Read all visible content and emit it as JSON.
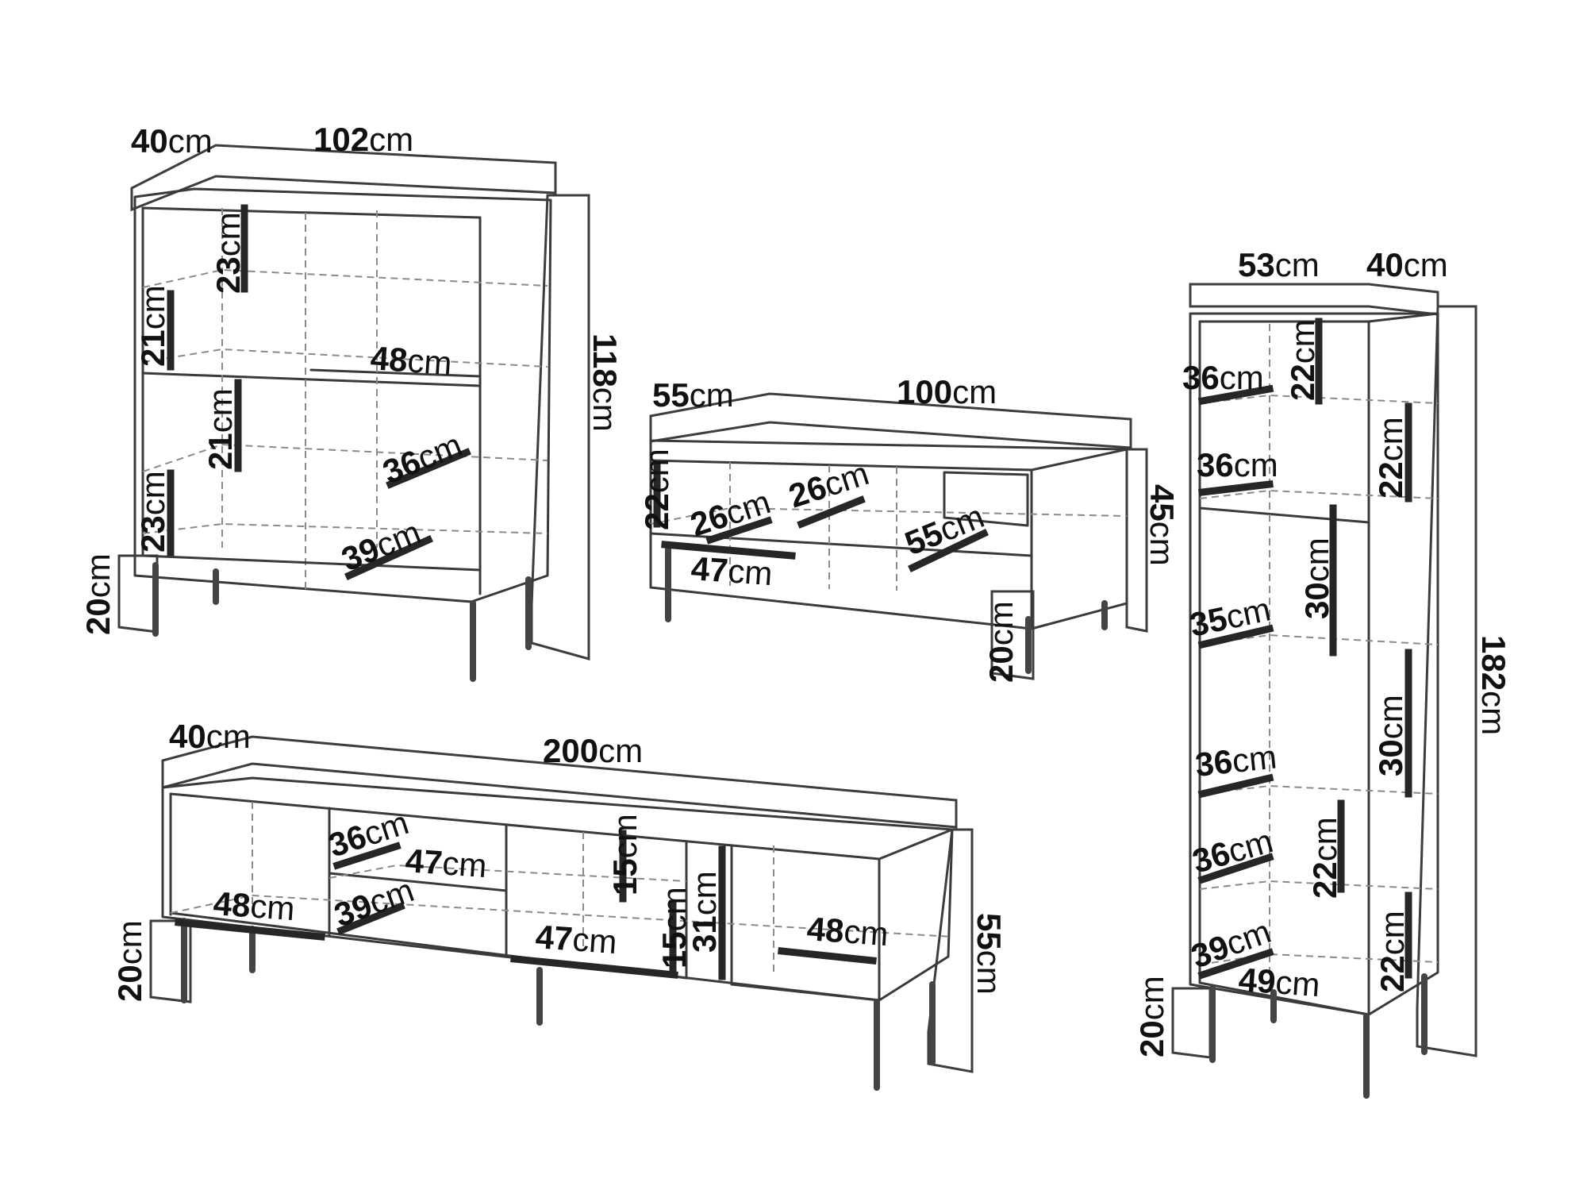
{
  "dimension_labels": {
    "highboard": {
      "depth": {
        "value": "40",
        "unit": "cm"
      },
      "width": {
        "value": "102",
        "unit": "cm"
      },
      "height": {
        "value": "118",
        "unit": "cm"
      },
      "legs": {
        "value": "20",
        "unit": "cm"
      },
      "top_compartment": {
        "value": "23",
        "unit": "cm"
      },
      "upper_shelf": {
        "value": "21",
        "unit": "cm"
      },
      "middle_shelf": {
        "value": "21",
        "unit": "cm"
      },
      "bottom_shelf": {
        "value": "23",
        "unit": "cm"
      },
      "half_width": {
        "value": "48",
        "unit": "cm"
      },
      "inner_depth": {
        "value": "36",
        "unit": "cm"
      },
      "bottom_depth": {
        "value": "39",
        "unit": "cm"
      }
    },
    "coffee_table": {
      "depth": {
        "value": "55",
        "unit": "cm"
      },
      "width": {
        "value": "100",
        "unit": "cm"
      },
      "height": {
        "value": "45",
        "unit": "cm"
      },
      "legs": {
        "value": "20",
        "unit": "cm"
      },
      "inner_height": {
        "value": "22",
        "unit": "cm"
      },
      "compartment_left": {
        "value": "26",
        "unit": "cm"
      },
      "compartment_mid": {
        "value": "26",
        "unit": "cm"
      },
      "open_depth": {
        "value": "55",
        "unit": "cm"
      },
      "inner_width": {
        "value": "47",
        "unit": "cm"
      }
    },
    "tv_stand": {
      "depth": {
        "value": "40",
        "unit": "cm"
      },
      "width": {
        "value": "200",
        "unit": "cm"
      },
      "height": {
        "value": "55",
        "unit": "cm"
      },
      "legs": {
        "value": "20",
        "unit": "cm"
      },
      "shelf_depth": {
        "value": "36",
        "unit": "cm"
      },
      "drawer_width": {
        "value": "47",
        "unit": "cm"
      },
      "upper_height": {
        "value": "15",
        "unit": "cm"
      },
      "lower_height": {
        "value": "15",
        "unit": "cm"
      },
      "open_height": {
        "value": "31",
        "unit": "cm"
      },
      "left_width": {
        "value": "48",
        "unit": "cm"
      },
      "bottom_depth": {
        "value": "39",
        "unit": "cm"
      },
      "center_width": {
        "value": "47",
        "unit": "cm"
      },
      "right_width": {
        "value": "48",
        "unit": "cm"
      }
    },
    "tall_cabinet": {
      "width": {
        "value": "53",
        "unit": "cm"
      },
      "depth": {
        "value": "40",
        "unit": "cm"
      },
      "height": {
        "value": "182",
        "unit": "cm"
      },
      "legs": {
        "value": "20",
        "unit": "cm"
      },
      "shelf1_depth": {
        "value": "36",
        "unit": "cm"
      },
      "shelf1_height": {
        "value": "22",
        "unit": "cm"
      },
      "shelf2_depth": {
        "value": "36",
        "unit": "cm"
      },
      "shelf2_height": {
        "value": "22",
        "unit": "cm"
      },
      "shelf3_depth": {
        "value": "35",
        "unit": "cm"
      },
      "shelf3_height": {
        "value": "30",
        "unit": "cm"
      },
      "shelf4_height": {
        "value": "30",
        "unit": "cm"
      },
      "shelf4_depth": {
        "value": "36",
        "unit": "cm"
      },
      "shelf5_depth": {
        "value": "36",
        "unit": "cm"
      },
      "shelf5_height": {
        "value": "22",
        "unit": "cm"
      },
      "bottom_depth": {
        "value": "39",
        "unit": "cm"
      },
      "bottom_width": {
        "value": "49",
        "unit": "cm"
      },
      "bottom_height": {
        "value": "22",
        "unit": "cm"
      }
    }
  }
}
